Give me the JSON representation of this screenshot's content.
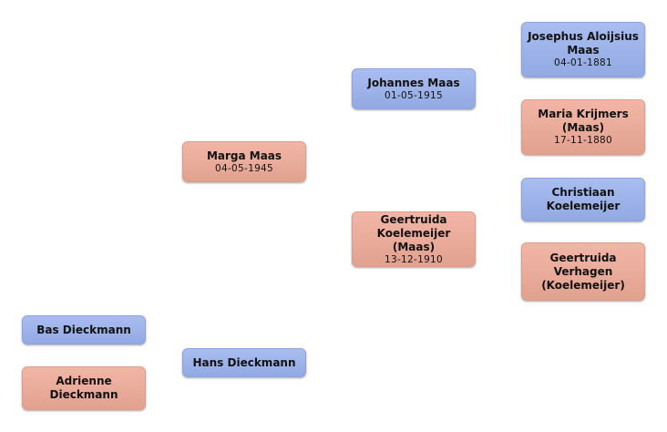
{
  "people": {
    "bas": {
      "name": "Bas Dieckmann",
      "date": ""
    },
    "adrienne": {
      "name": "Adrienne\nDieckmann",
      "date": ""
    },
    "hans": {
      "name": "Hans Dieckmann",
      "date": ""
    },
    "marga": {
      "name": "Marga Maas",
      "date": "04-05-1945"
    },
    "johannes": {
      "name": "Johannes Maas",
      "date": "01-05-1915"
    },
    "geertruida_k": {
      "name": "Geertruida\nKoelemeijer (Maas)",
      "date": "13-12-1910"
    },
    "josephus": {
      "name": "Josephus Aloijsius\nMaas",
      "date": "04-01-1881"
    },
    "maria": {
      "name": "Maria Krijmers\n(Maas)",
      "date": "17-11-1880"
    },
    "christiaan": {
      "name": "Christiaan\nKoelemeijer",
      "date": ""
    },
    "geertruida_v": {
      "name": "Geertruida\nVerhagen\n(Koelemeijer)",
      "date": ""
    }
  },
  "colors": {
    "male": "#9db2e9",
    "female": "#eaab9a"
  }
}
